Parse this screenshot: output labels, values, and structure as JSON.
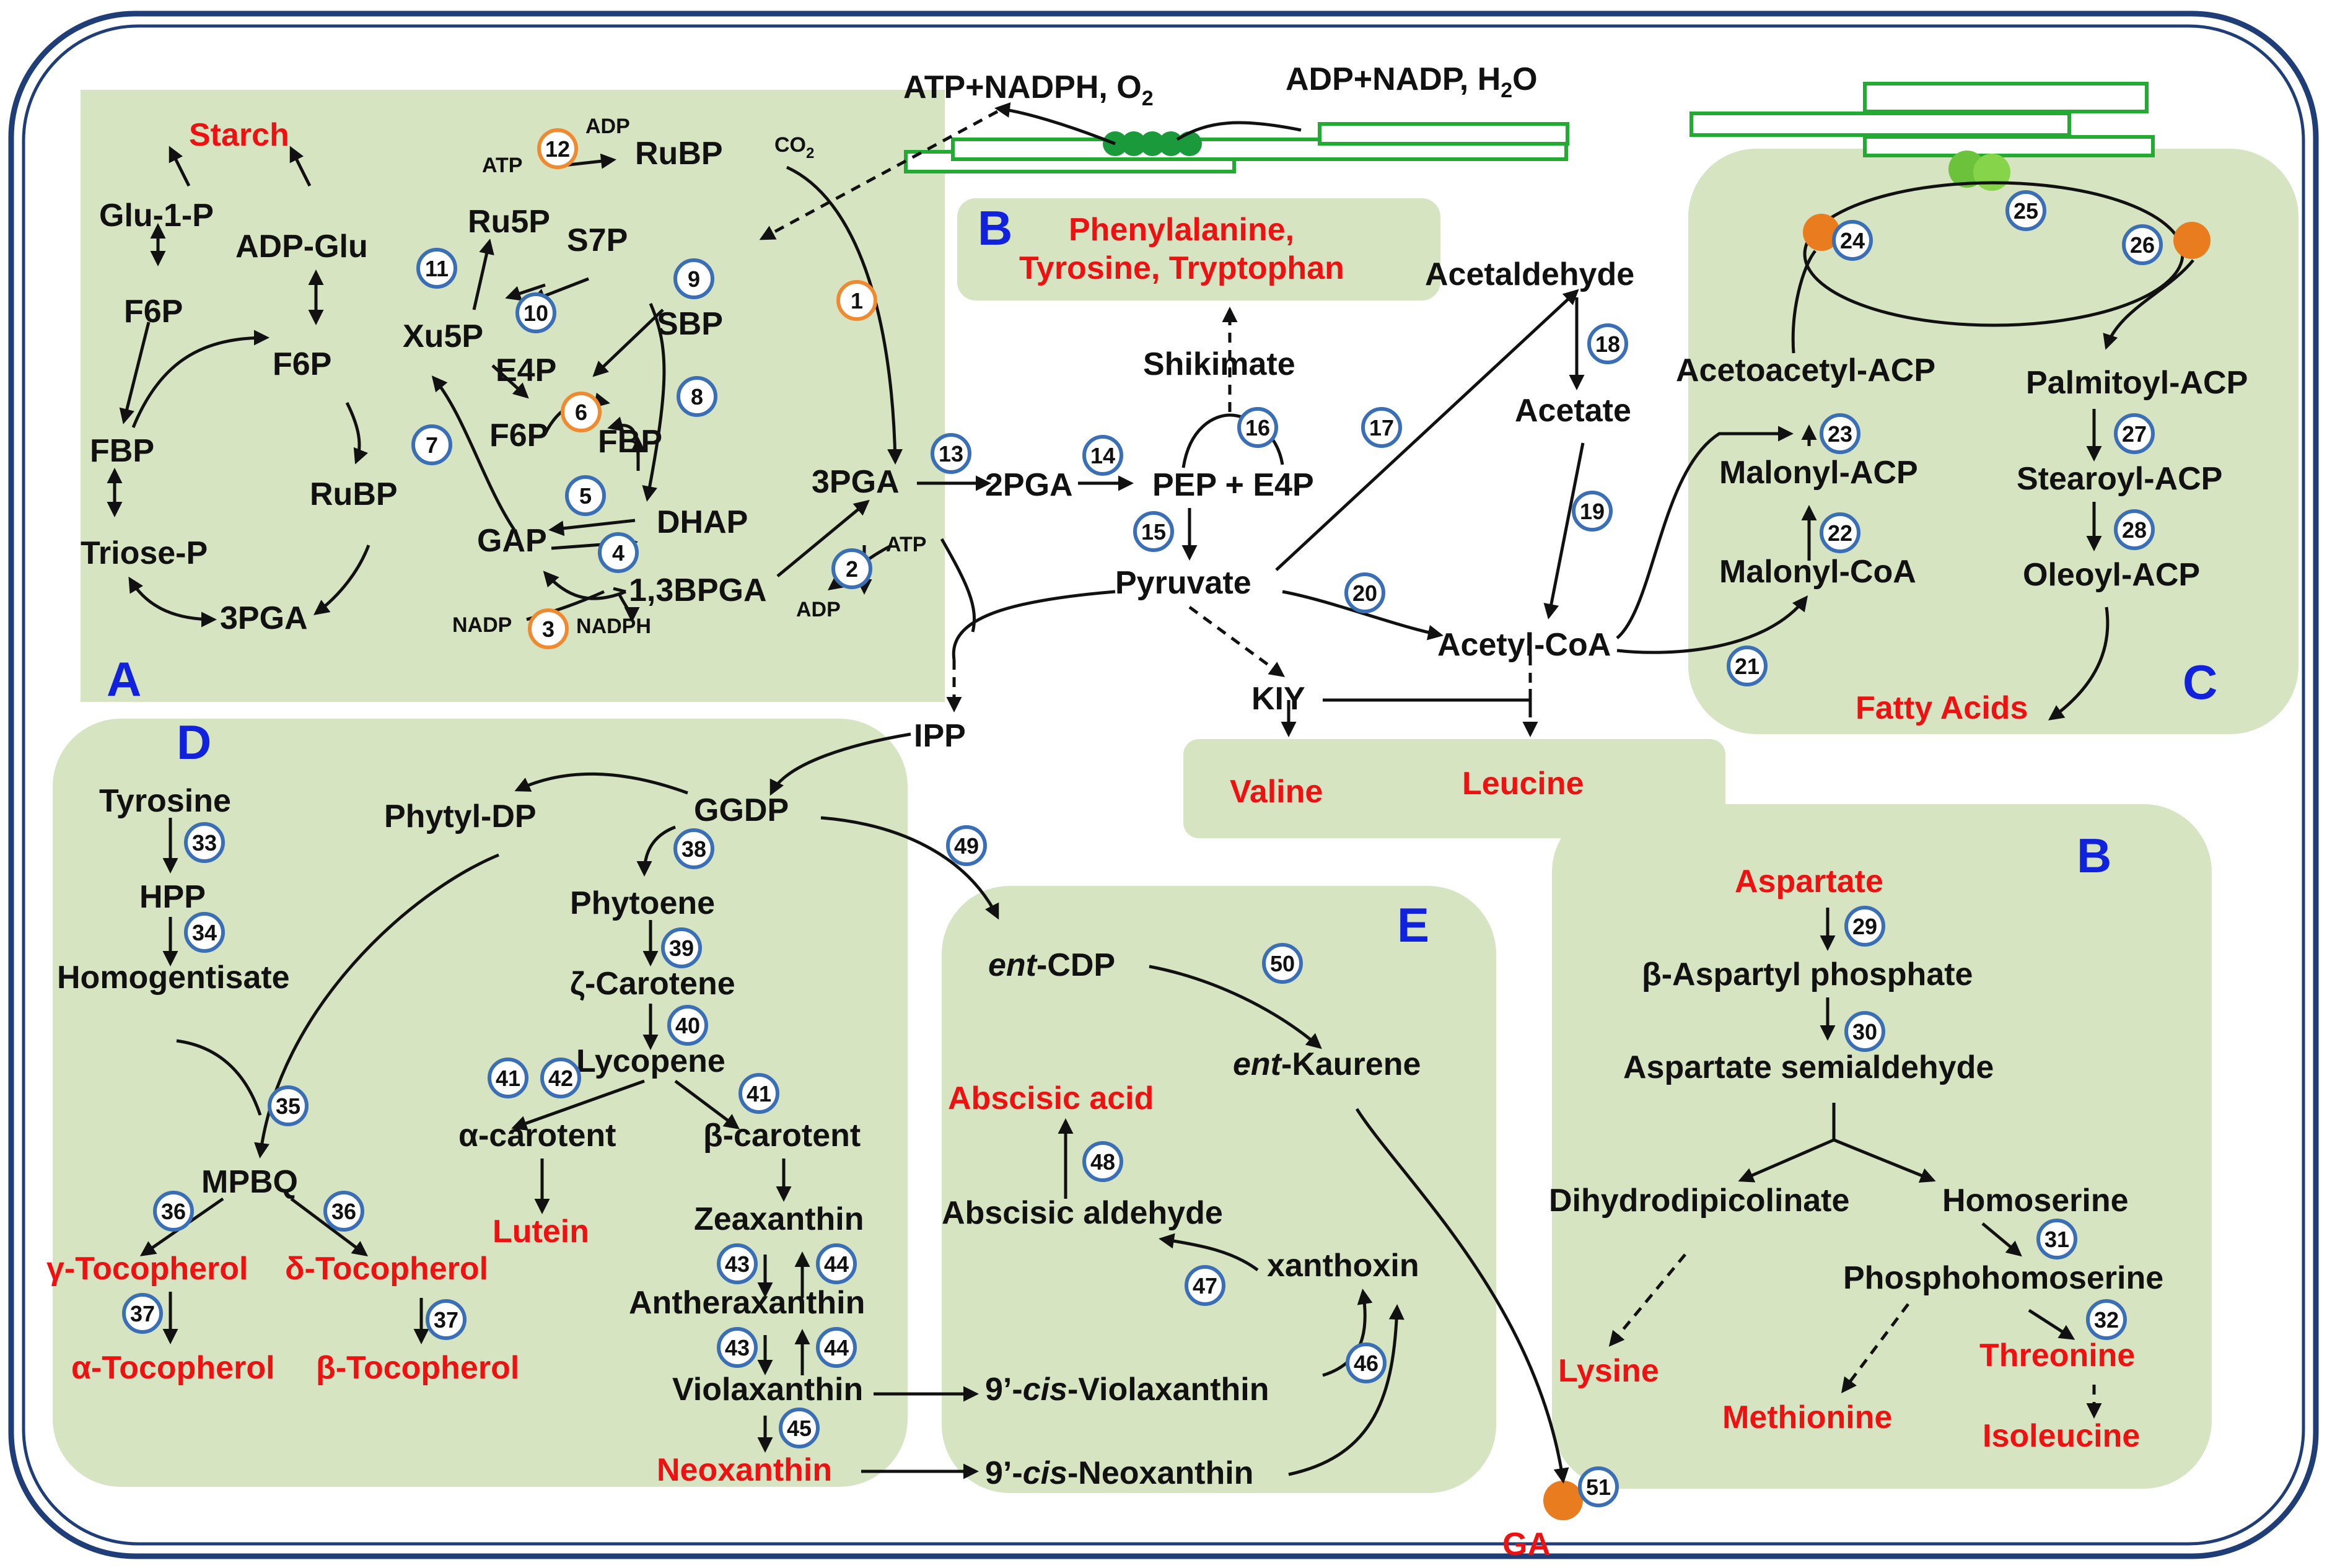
{
  "labels": {
    "A": "A",
    "B_top": "B",
    "C": "C",
    "D": "D",
    "E": "E",
    "B_bottom": "B"
  },
  "texts": {
    "atp_nadph_o2": "ATP+NADPH, O",
    "atp_nadph_o2_sub": "2",
    "adp_nadp_h2o": "ADP+NADP, H",
    "adp_nadp_h2o_sub": "2",
    "adp_nadp_h2o_end": "O",
    "starch": "Starch",
    "glu1p": "Glu-1-P",
    "adpglu": "ADP-Glu",
    "f6p_a1": "F6P",
    "f6p_a2": "F6P",
    "fbp_a": "FBP",
    "triosep": "Triose-P",
    "pga3_a": "3PGA",
    "rubp_a": "RuBP",
    "rubp_top": "RuBP",
    "atp_12": "ATP",
    "adp_12": "ADP",
    "ru5p": "Ru5P",
    "xu5p": "Xu5P",
    "s7p": "S7P",
    "sbp": "SBP",
    "e4p_a": "E4P",
    "f6p_a3": "F6P",
    "fbp_a2": "FBP",
    "gap": "GAP",
    "dhap": "DHAP",
    "bpga": "1,3BPGA",
    "nadp_3": "NADP",
    "nadph_3": "NADPH",
    "atp_2": "ATP",
    "adp_2": "ADP",
    "co2": "CO",
    "co2_sub": "2",
    "pga3_main": "3PGA",
    "pga2": "2PGA",
    "pep_e4p": "PEP + E4P",
    "shikimate": "Shikimate",
    "pyruvate": "Pyruvate",
    "aromatic_1": "Phenylalanine,",
    "aromatic_2": "Tyrosine, Tryptophan",
    "acetaldehyde": "Acetaldehyde",
    "acetate": "Acetate",
    "acetylcoa": "Acetyl-CoA",
    "kiy": "KIY",
    "valine": "Valine",
    "leucine": "Leucine",
    "ipp": "IPP",
    "acetoacetyl": "Acetoacetyl-ACP",
    "malonylacp": "Malonyl-ACP",
    "malonylcoa": "Malonyl-CoA",
    "palmitoyl": "Palmitoyl-ACP",
    "stearoyl": "Stearoyl-ACP",
    "oleoyl": "Oleoyl-ACP",
    "fatty": "Fatty Acids",
    "tyrosine": "Tyrosine",
    "hpp": "HPP",
    "homogentisate": "Homogentisate",
    "phytyldp": "Phytyl-DP",
    "ggdp": "GGDP",
    "mpbq": "MPBQ",
    "gtoco": "γ-Tocopherol",
    "dtoco": "δ-Tocopherol",
    "atoco": "α-Tocopherol",
    "btoco": "β-Tocopherol",
    "phytoene": "Phytoene",
    "zcarotene": "ζ-Carotene",
    "lycopene": "Lycopene",
    "acarot": "α-carotent",
    "bcarot": "β-carotent",
    "lutein": "Lutein",
    "zeaxanthin": "Zeaxanthin",
    "antheraxanthin": "Antheraxanthin",
    "violaxanthin": "Violaxanthin",
    "neoxanthin": "Neoxanthin",
    "entcdp_pre": "ent",
    "entcdp_post": "-CDP",
    "entkaur_pre": "ent",
    "entkaur_post": "-Kaurene",
    "aba": "Abscisic acid",
    "abaald": "Abscisic aldehyde",
    "xanthoxin": "xanthoxin",
    "cisviola_pre": "9’-",
    "cisviola_mid": "cis",
    "cisviola_post": "-Violaxanthin",
    "cisneo_pre": "9’-",
    "cisneo_mid": "cis",
    "cisneo_post": "-Neoxanthin",
    "aspartate": "Aspartate",
    "aspp": "β-Aspartyl phosphate",
    "aspsa": "Aspartate semialdehyde",
    "dhdp": "Dihydrodipicolinate",
    "homoserine": "Homoserine",
    "phosphohomoserine": "Phosphohomoserine",
    "lysine": "Lysine",
    "methionine": "Methionine",
    "threonine": "Threonine",
    "isoleucine": "Isoleucine",
    "ga": "GA"
  },
  "steps": [
    {
      "n": "1",
      "color": "orange"
    },
    {
      "n": "2",
      "color": "blue"
    },
    {
      "n": "3",
      "color": "orange"
    },
    {
      "n": "4",
      "color": "blue"
    },
    {
      "n": "5",
      "color": "blue"
    },
    {
      "n": "6",
      "color": "orange"
    },
    {
      "n": "7",
      "color": "blue"
    },
    {
      "n": "8",
      "color": "blue"
    },
    {
      "n": "9",
      "color": "blue"
    },
    {
      "n": "10",
      "color": "blue"
    },
    {
      "n": "11",
      "color": "blue"
    },
    {
      "n": "12",
      "color": "orange"
    },
    {
      "n": "13",
      "color": "blue"
    },
    {
      "n": "14",
      "color": "blue"
    },
    {
      "n": "15",
      "color": "blue"
    },
    {
      "n": "16",
      "color": "blue"
    },
    {
      "n": "17",
      "color": "blue"
    },
    {
      "n": "18",
      "color": "blue"
    },
    {
      "n": "19",
      "color": "blue"
    },
    {
      "n": "20",
      "color": "blue"
    },
    {
      "n": "21",
      "color": "blue"
    },
    {
      "n": "22",
      "color": "blue"
    },
    {
      "n": "23",
      "color": "blue"
    },
    {
      "n": "24",
      "color": "blue"
    },
    {
      "n": "25",
      "color": "blue"
    },
    {
      "n": "26",
      "color": "blue"
    },
    {
      "n": "27",
      "color": "blue"
    },
    {
      "n": "28",
      "color": "blue"
    },
    {
      "n": "29",
      "color": "blue"
    },
    {
      "n": "30",
      "color": "blue"
    },
    {
      "n": "31",
      "color": "blue"
    },
    {
      "n": "32",
      "color": "blue"
    },
    {
      "n": "33",
      "color": "blue"
    },
    {
      "n": "34",
      "color": "blue"
    },
    {
      "n": "35",
      "color": "blue"
    },
    {
      "n": "36",
      "color": "blue"
    },
    {
      "n": "36",
      "color": "blue"
    },
    {
      "n": "37",
      "color": "blue"
    },
    {
      "n": "37",
      "color": "blue"
    },
    {
      "n": "38",
      "color": "blue"
    },
    {
      "n": "39",
      "color": "blue"
    },
    {
      "n": "40",
      "color": "blue"
    },
    {
      "n": "41",
      "color": "blue"
    },
    {
      "n": "42",
      "color": "blue"
    },
    {
      "n": "41",
      "color": "blue"
    },
    {
      "n": "43",
      "color": "blue"
    },
    {
      "n": "44",
      "color": "blue"
    },
    {
      "n": "43",
      "color": "blue"
    },
    {
      "n": "44",
      "color": "blue"
    },
    {
      "n": "45",
      "color": "blue"
    },
    {
      "n": "46",
      "color": "blue"
    },
    {
      "n": "47",
      "color": "blue"
    },
    {
      "n": "48",
      "color": "blue"
    },
    {
      "n": "49",
      "color": "blue"
    },
    {
      "n": "50",
      "color": "blue"
    },
    {
      "n": "51",
      "color": "blue"
    }
  ],
  "colors": {
    "panel": "#d6e4c2",
    "orange": "#f08a30",
    "blue": "#3a6fb5",
    "red": "#ee1111",
    "label_blue": "#1122dd",
    "membrane": "#22aa33",
    "border": "#1f3e78"
  }
}
